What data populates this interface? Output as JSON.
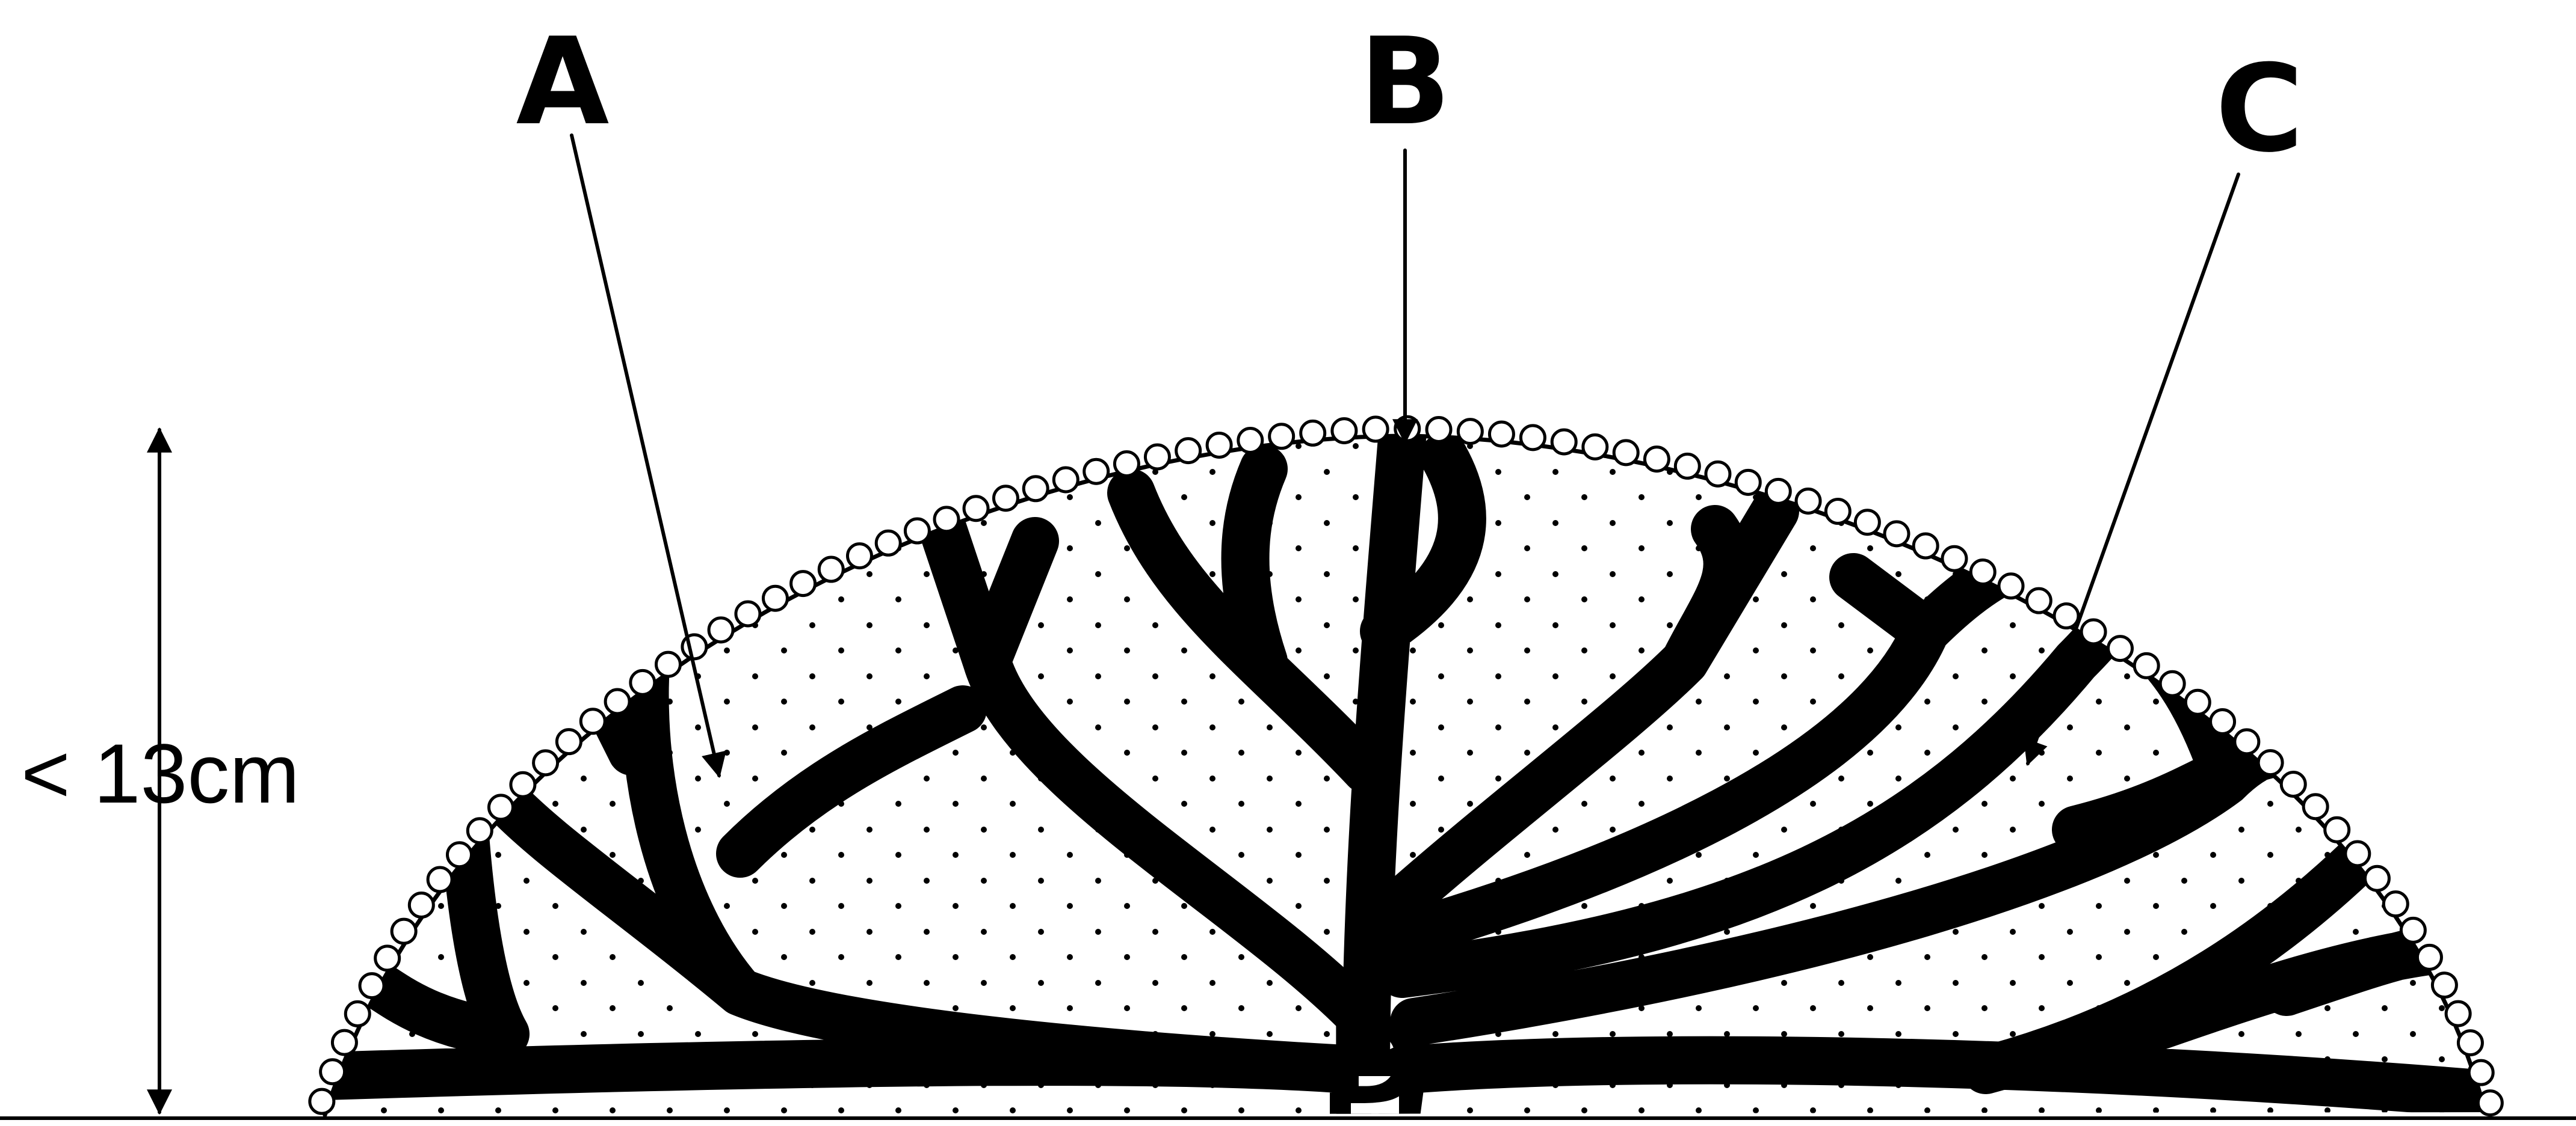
{
  "labels": {
    "a": "A",
    "b": "B",
    "c": "C",
    "d": "D"
  },
  "dimension": {
    "height": "< 13cm"
  }
}
